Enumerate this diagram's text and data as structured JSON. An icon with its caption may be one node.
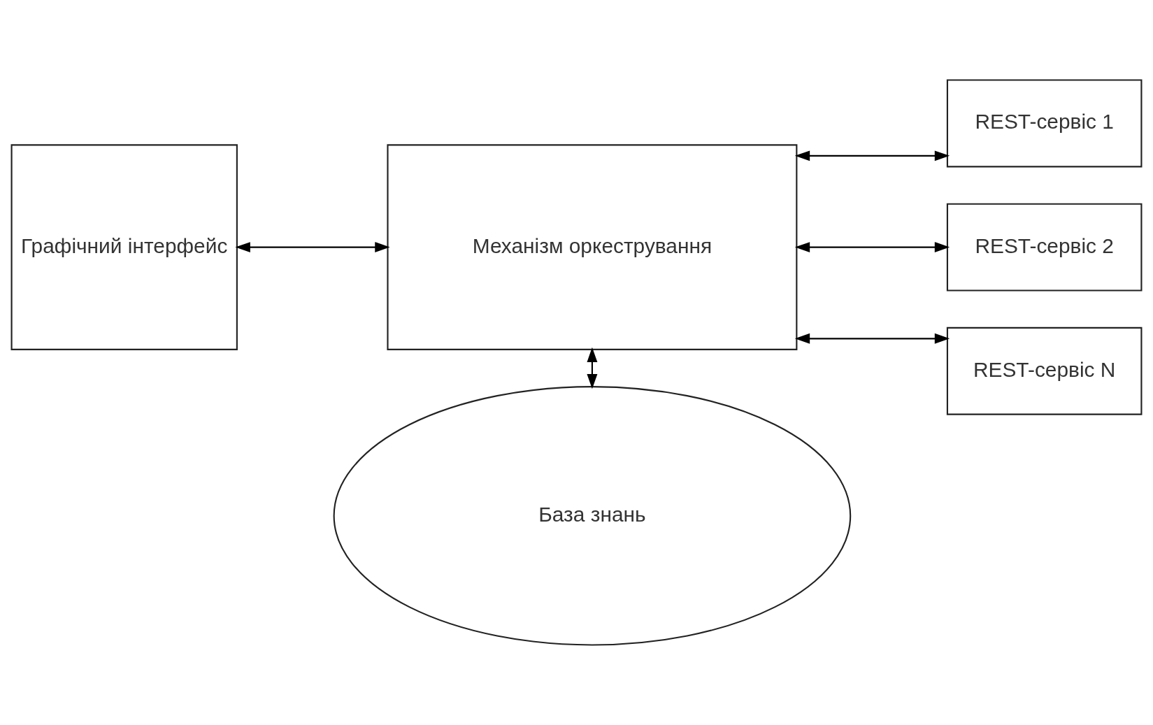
{
  "diagram": {
    "nodes": [
      {
        "text": [
          "Графічний інтерфейс"
        ]
      },
      {
        "text": [
          "Механізм оркестрування"
        ]
      },
      {
        "text": [
          "REST-сервіс 1"
        ]
      },
      {
        "text": [
          "REST-сервіс 2"
        ]
      },
      {
        "text": [
          "REST-сервіс N"
        ]
      },
      {
        "text": [
          "База знань"
        ]
      }
    ],
    "edges": [
      {
        "from": 0,
        "to": 1,
        "arrow": "both"
      },
      {
        "from": 1,
        "to": 2,
        "arrow": "both"
      },
      {
        "from": 1,
        "to": 3,
        "arrow": "both"
      },
      {
        "from": 1,
        "to": 4,
        "arrow": "both"
      },
      {
        "from": 1,
        "to": 5,
        "arrow": "both"
      }
    ]
  }
}
